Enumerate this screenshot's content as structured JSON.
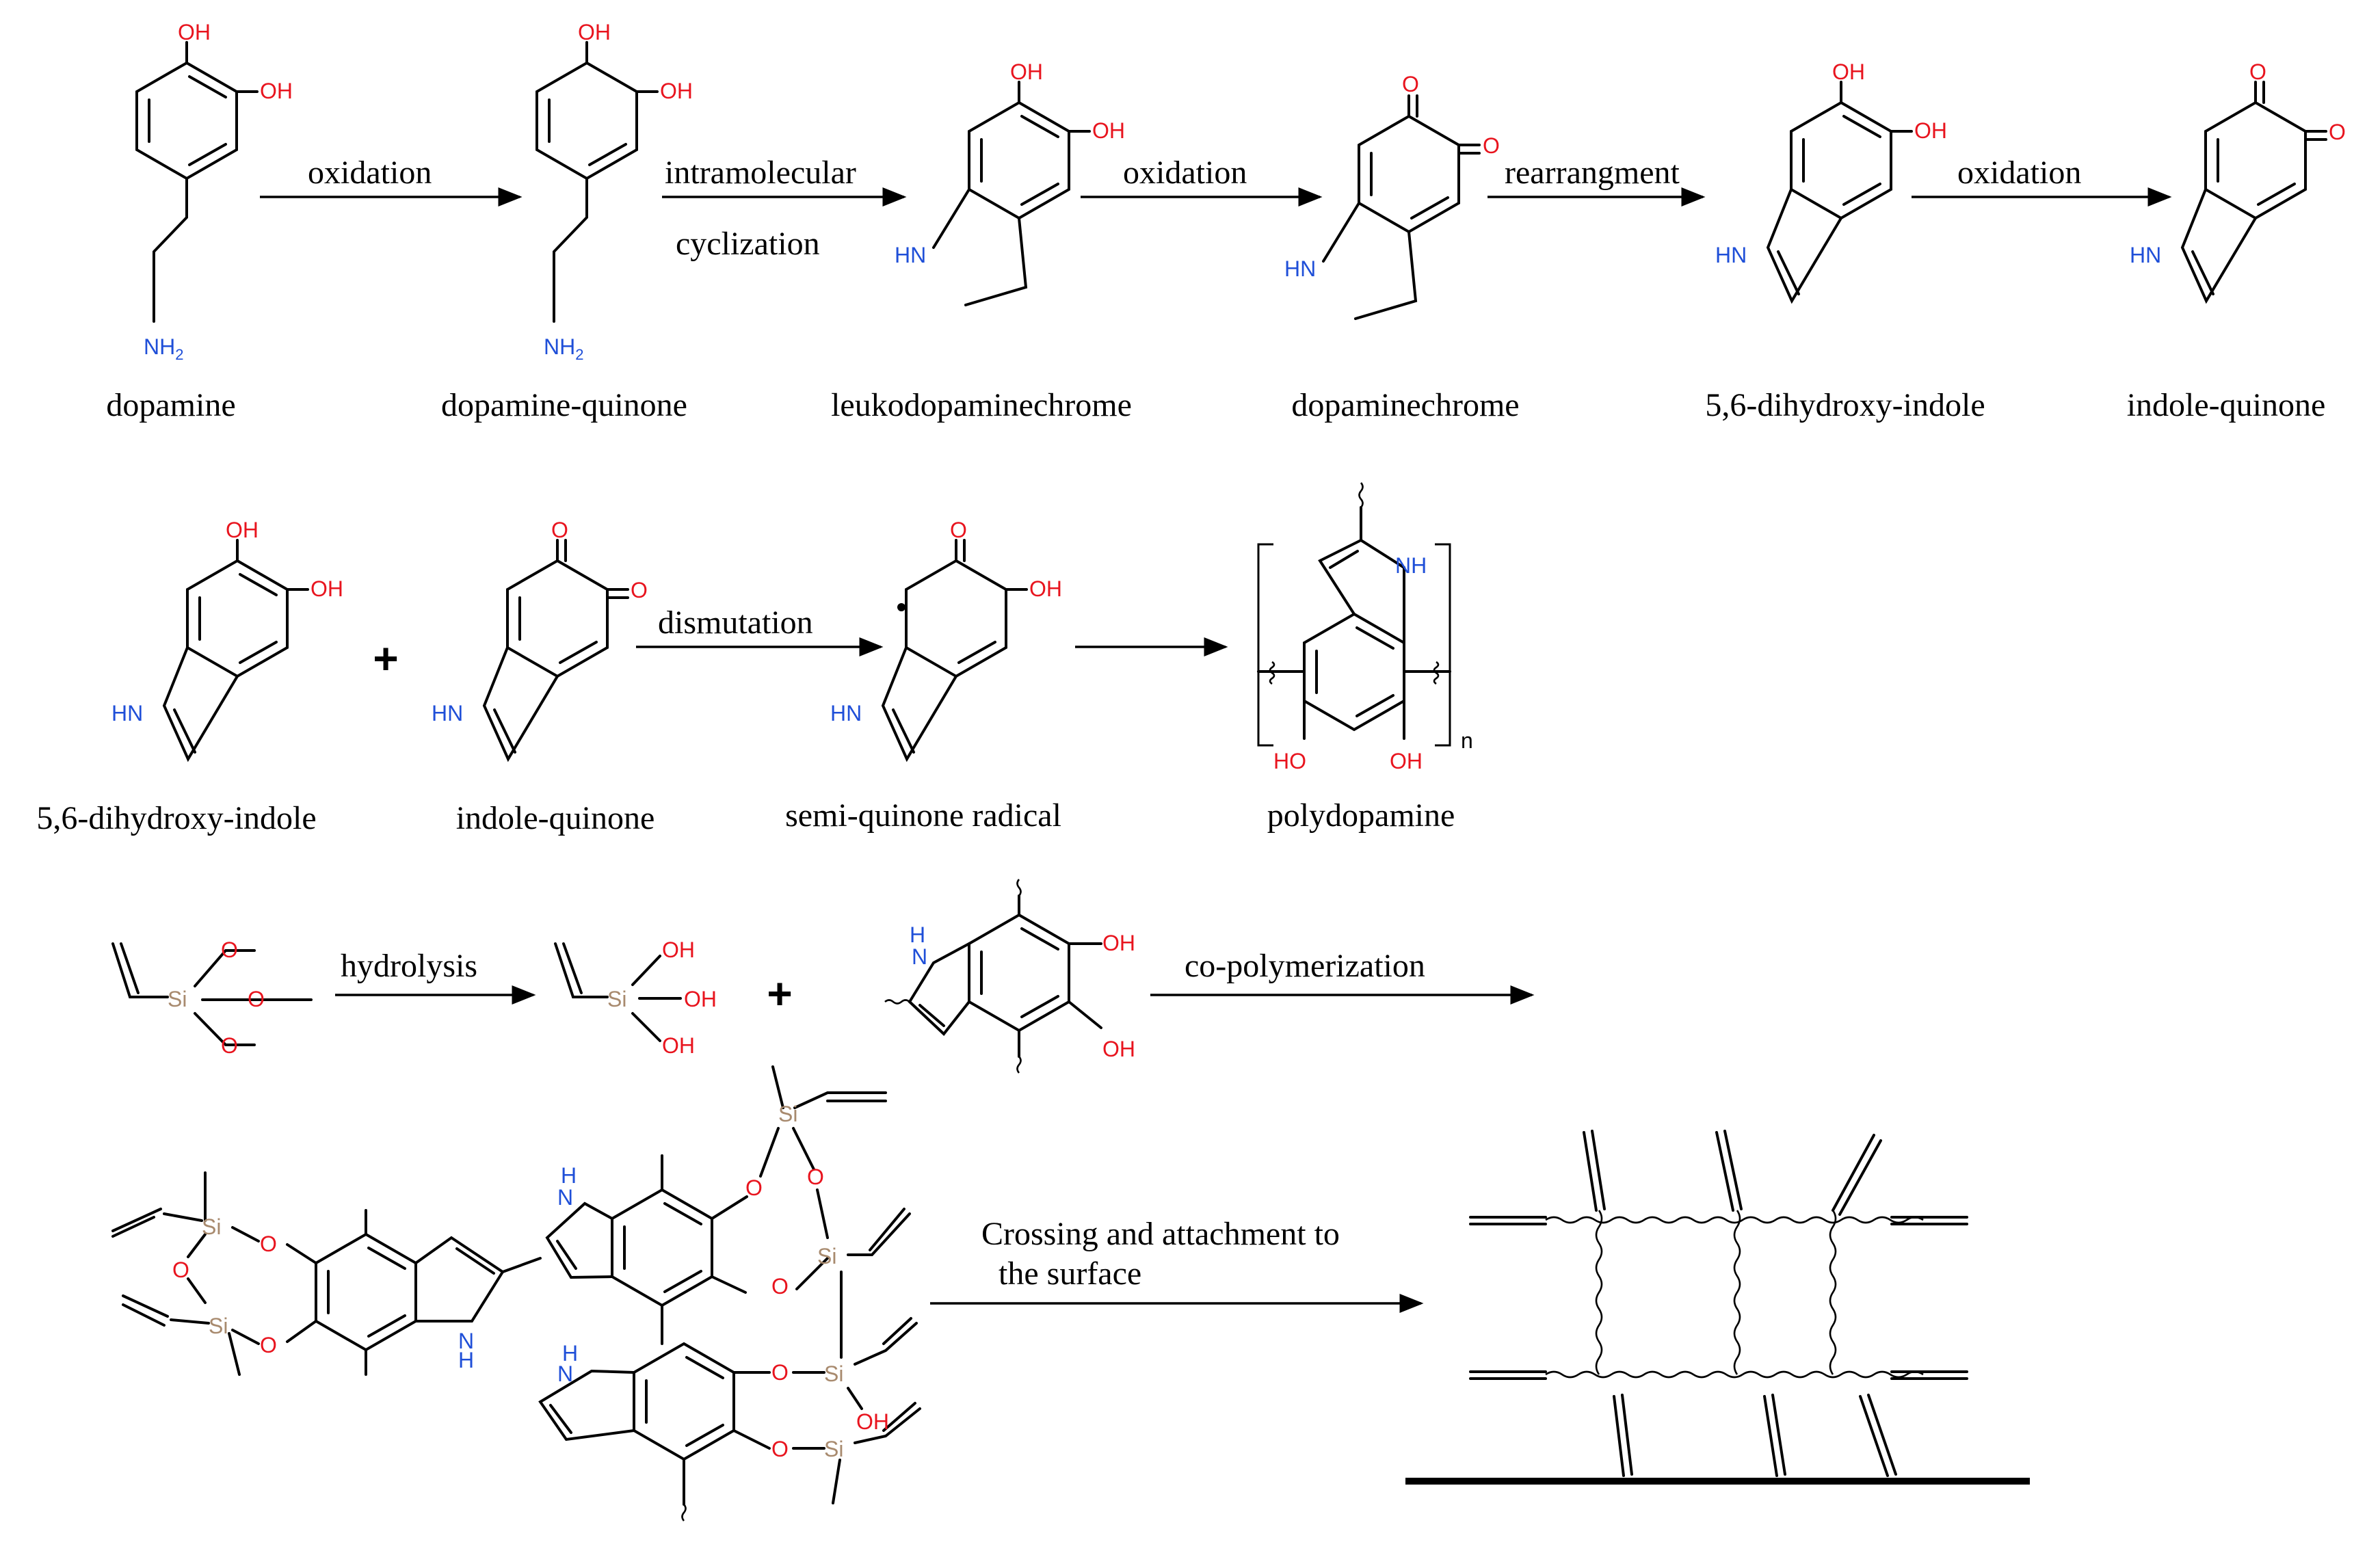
{
  "row1": {
    "compounds": [
      "dopamine",
      "dopamine-quinone",
      "leukodopaminechrome",
      "dopaminechrome",
      "5,6-dihydroxy-indole",
      "indole-quinone"
    ],
    "arrows": [
      {
        "top": "oxidation",
        "bottom": ""
      },
      {
        "top": "intramolecular",
        "bottom": "cyclization"
      },
      {
        "top": "oxidation",
        "bottom": ""
      },
      {
        "top": "rearrangment",
        "bottom": ""
      },
      {
        "top": "oxidation",
        "bottom": ""
      }
    ]
  },
  "row2": {
    "compounds": [
      "5,6-dihydroxy-indole",
      "indole-quinone",
      "semi-quinone radical",
      "polydopamine"
    ],
    "plus": "+",
    "arrow_label": "dismutation",
    "repeat_subscript": "n"
  },
  "row3": {
    "arrow1_label": "hydrolysis",
    "plus": "+",
    "arrow2_label": "co-polymerization"
  },
  "row4": {
    "arrow_label_line1": "Crossing and attachment to",
    "arrow_label_line2": "the surface"
  },
  "atoms": {
    "oh": "OH",
    "ho": "HO",
    "o": "O",
    "hn": "HN",
    "nh": "NH",
    "h": "H",
    "n": "N",
    "nh2": "NH",
    "nh2_sub": "2",
    "si": "Si"
  },
  "colors": {
    "oxygen": "#e8141e",
    "nitrogen": "#1f4fd8",
    "silicon": "#a88a6e",
    "ink": "#000000"
  }
}
